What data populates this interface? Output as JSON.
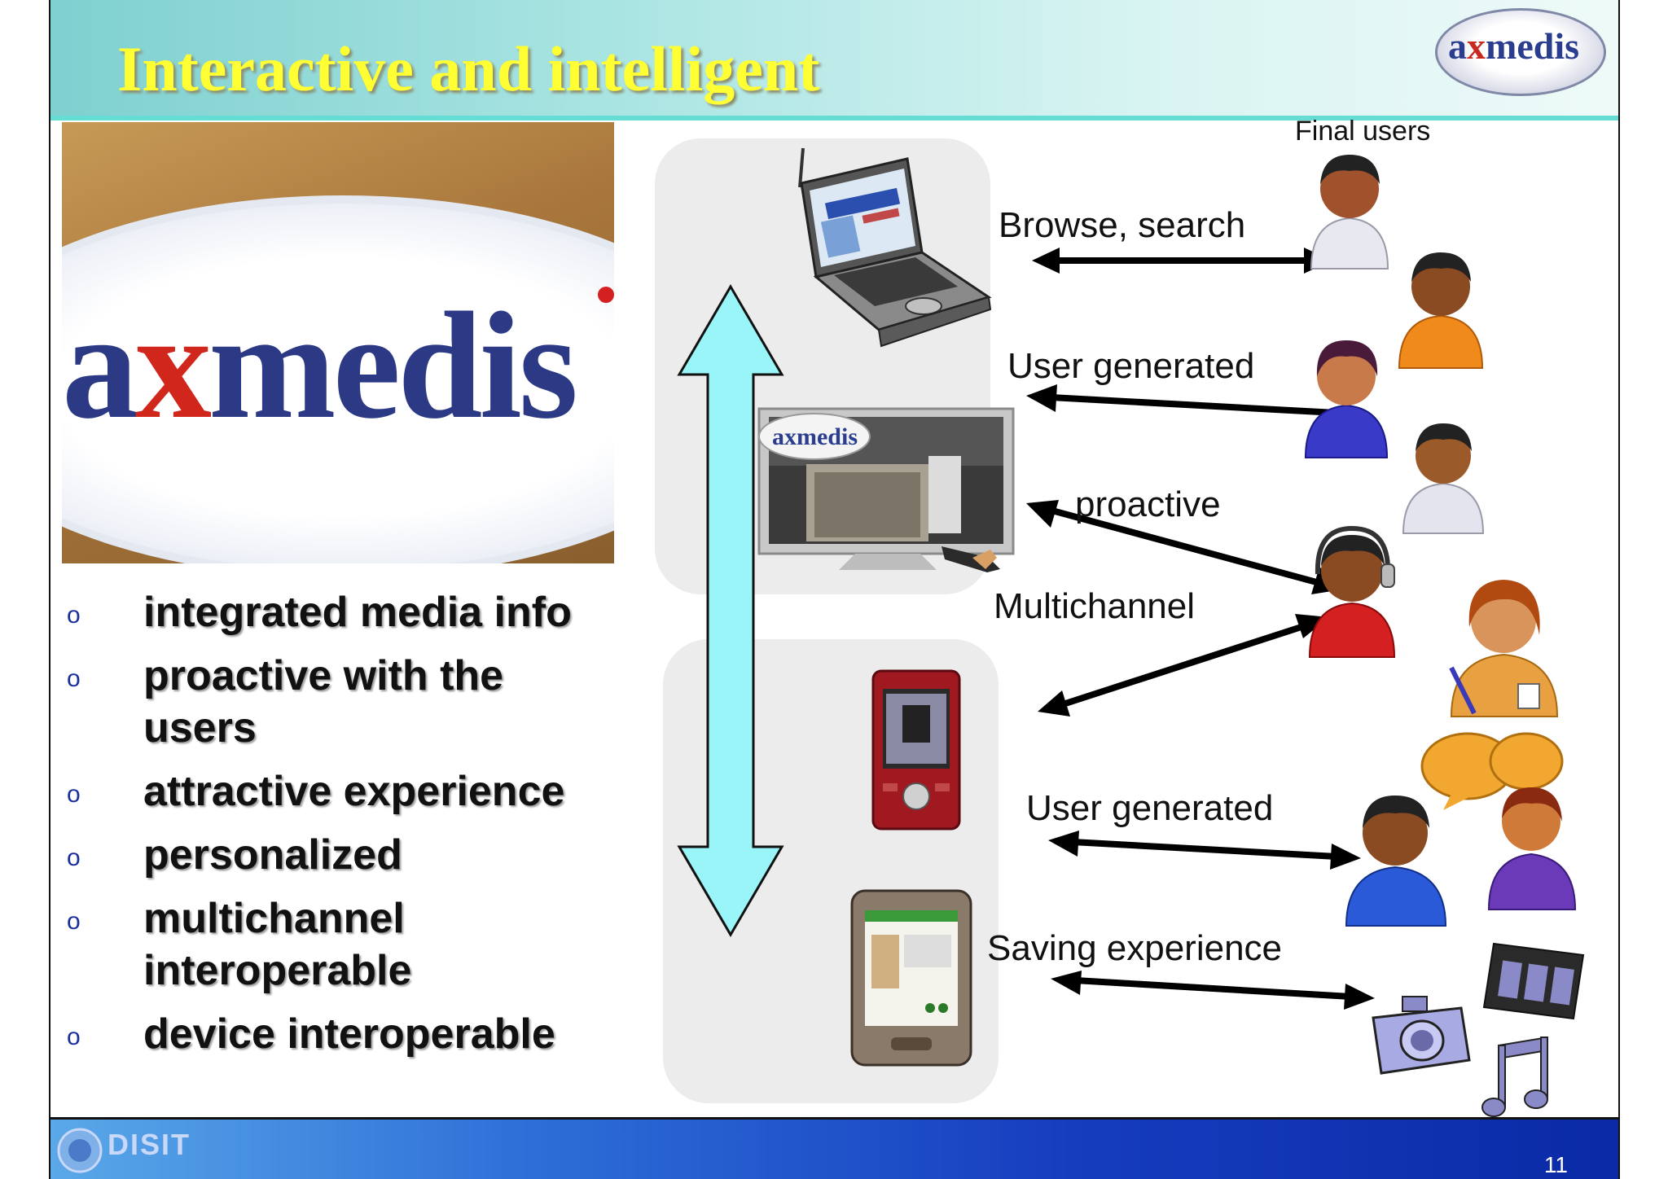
{
  "slide": {
    "title": "Interactive and intelligent",
    "logo": {
      "left": "a",
      "mark": "x",
      "right": "medis"
    },
    "photo_logo": {
      "left": "a",
      "mark": "x",
      "right": "medis"
    },
    "bullet_mark": "o",
    "bullets": [
      "integrated media info",
      "proactive with the users",
      "attractive experience",
      "personalized",
      "multichannel interoperable",
      "device interoperable"
    ],
    "tv_logo": "axmedis",
    "final_users_label": "Final users",
    "interactions": [
      "Browse, search",
      "User generated",
      "proactive",
      "Multichannel",
      "User generated",
      "Saving experience"
    ],
    "footer": {
      "logo_text": "DISIT",
      "page_number": "11"
    }
  },
  "colors": {
    "title_text": "#ffff33",
    "title_bar": "#a8e4e2",
    "double_arrow_fill": "#99f5f7",
    "footer_blue": "#163dbf",
    "logo_blue": "#2a3d8f",
    "logo_red": "#c8281e"
  },
  "icons": [
    "laptop-icon",
    "tv-icon",
    "remote-control-icon",
    "mobile-phone-icon",
    "pda-icon",
    "user-icon",
    "headset-user-icon",
    "chat-bubble-icon",
    "camera-icon",
    "film-strip-icon",
    "music-note-icon"
  ]
}
